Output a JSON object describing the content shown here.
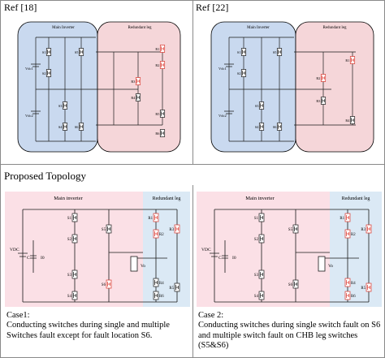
{
  "panels": {
    "ref_left": {
      "title": "Ref [18]",
      "main_inverter_label": "Main Inverter",
      "redundant_leg_label": "Redundant leg",
      "vdc1_label": "Vdc1",
      "vdc2_label": "Vdc2",
      "switch_labels": [
        "S1",
        "S2",
        "S3",
        "S4",
        "S5",
        "S6"
      ],
      "redundant_switch_labels": [
        "R1",
        "R2",
        "R3",
        "R4",
        "R5",
        "R6"
      ]
    },
    "ref_right": {
      "title": "Ref [22]",
      "main_inverter_label": "Main Inverter",
      "redundant_leg_label": "Redundant leg",
      "vdc1_label": "Vdc1",
      "vdc2_label": "Vdc2",
      "switch_labels": [
        "S1",
        "S2",
        "S3",
        "S4",
        "S5",
        "S6"
      ],
      "redundant_switch_labels": [
        "R1",
        "R2",
        "R3",
        "R4"
      ]
    }
  },
  "proposed": {
    "section_title": "Proposed Topology",
    "case1": {
      "main_inverter_label": "Main inverter",
      "redundant_leg_label": "Redundant leg",
      "vdc_label": "VDC",
      "capacitor_label": "C",
      "current_label": "I0",
      "load_label": "Vo",
      "switch_labels": [
        "S1",
        "S2",
        "S3",
        "S4",
        "S5",
        "S6"
      ],
      "redundant_switch_labels": [
        "R1",
        "R2",
        "R3",
        "R4",
        "R5",
        "R6"
      ],
      "caption_title": "Case1:",
      "caption_text": "Conducting switches during single and multiple Switches fault except for fault location S6."
    },
    "case2": {
      "main_inverter_label": "Main inverter",
      "redundant_leg_label": "Redundant leg",
      "vdc_label": "VDC",
      "capacitor_label": "C",
      "current_label": "I0",
      "load_label": "Vo",
      "switch_labels": [
        "S1",
        "S2",
        "S3",
        "S4",
        "S5",
        "S6"
      ],
      "redundant_switch_labels": [
        "R1",
        "R2",
        "R3",
        "R4",
        "R5",
        "R6"
      ],
      "caption_title": "Case 2:",
      "caption_text": "Conducting switches during single switch fault on S6 and multiple switch fault on CHB leg switches (S5&S6)"
    }
  },
  "colors": {
    "main_bg_ref": "#c9d9ef",
    "redundant_bg_ref": "#f5d6d9",
    "main_bg_proposed": "#fbe0e6",
    "redundant_bg_proposed": "#dbe9f5",
    "highlight_switch": "#d9342b",
    "wire": "#1a1a1a"
  }
}
